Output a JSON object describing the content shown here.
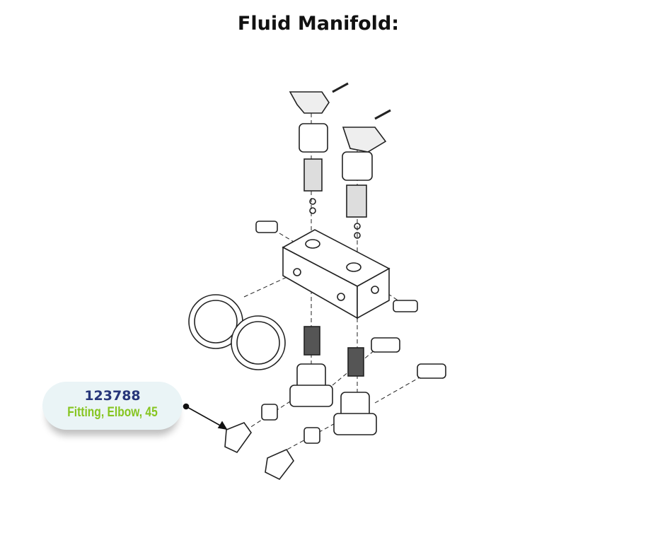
{
  "title": "Fluid Manifold:",
  "callout": {
    "part_number": "123788",
    "description": "Fitting, Elbow, 45",
    "number_color": "#27367a",
    "description_color": "#86c520"
  }
}
